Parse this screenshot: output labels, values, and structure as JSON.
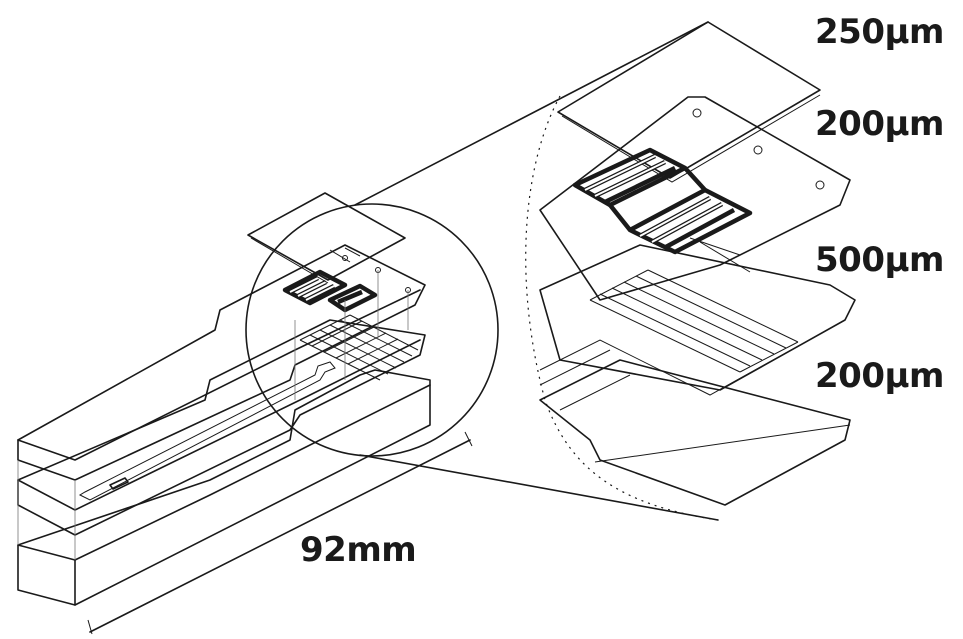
{
  "labels": {
    "layer1_thickness": "250µm",
    "layer2_thickness": "200µm",
    "layer3_thickness": "500µm",
    "layer4_thickness": "200µm",
    "length": "92mm"
  }
}
